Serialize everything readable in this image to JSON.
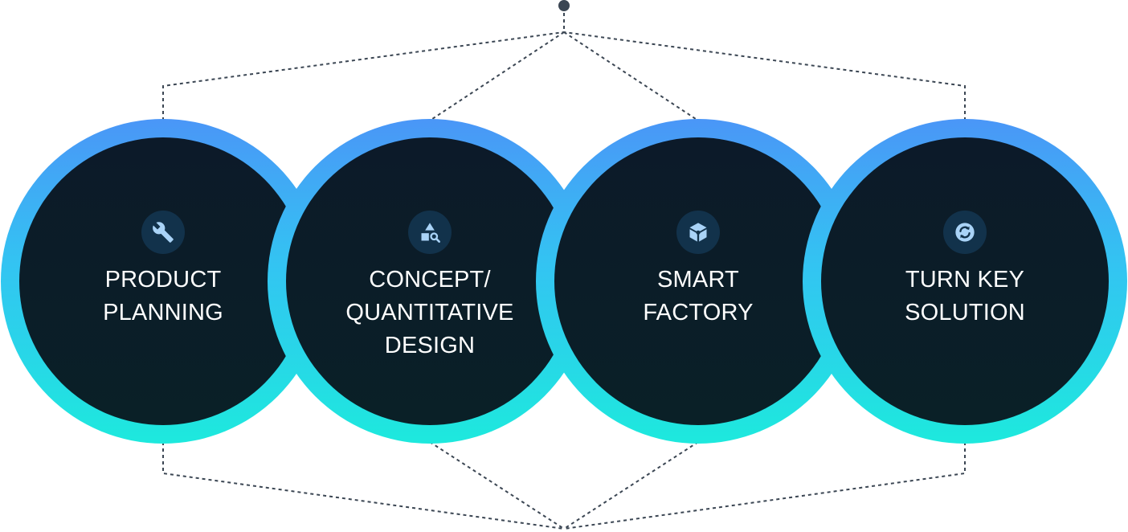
{
  "diagram": {
    "nodes": [
      {
        "id": "product-planning",
        "icon": "wrench-icon",
        "lines": [
          "PRODUCT",
          "PLANNING"
        ]
      },
      {
        "id": "concept-design",
        "icon": "shapes-search-icon",
        "lines": [
          "CONCEPT/",
          "QUANTITATIVE",
          "DESIGN"
        ]
      },
      {
        "id": "smart-factory",
        "icon": "cube-icon",
        "lines": [
          "SMART",
          "FACTORY"
        ]
      },
      {
        "id": "turn-key-solution",
        "icon": "refresh-icon",
        "lines": [
          "TURN KEY",
          "SOLUTION"
        ]
      }
    ],
    "colors": {
      "ring_top": "#4a96f7",
      "ring_bottom": "#1de9dd",
      "inner_fill": "#0c1a29",
      "icon_badge": "#12324b",
      "icon_fill": "#a9d3f7",
      "connector": "#3b4653"
    }
  }
}
